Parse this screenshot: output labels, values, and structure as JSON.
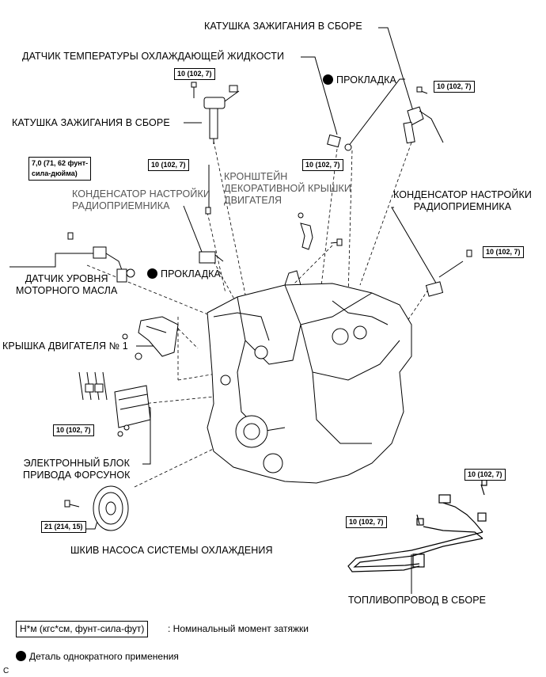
{
  "labels": {
    "coil_top": "КАТУШКА ЗАЖИГАНИЯ В СБОРЕ",
    "coolant_sensor": "ДАТЧИК ТЕМПЕРАТУРЫ ОХЛАЖДАЮЩЕЙ ЖИДКОСТИ",
    "gasket_top": "ПРОКЛАДКА",
    "coil_left": "КАТУШКА ЗАЖИГАНИЯ В СБОРЕ",
    "bracket_line1": "КРОНШТЕЙН",
    "bracket_line2": "ДЕКОРАТИВНОЙ КРЫШКИ",
    "bracket_line3": "ДВИГАТЕЛЯ",
    "condenser_left_line1": "КОНДЕНСАТОР НАСТРОЙКИ",
    "condenser_left_line2": "РАДИОПРИЕМНИКА",
    "condenser_right_line1": "КОНДЕНСАТОР НАСТРОЙКИ",
    "condenser_right_line2": "РАДИОПРИЕМНИКА",
    "oil_sensor_line1": "ДАТЧИК УРОВНЯ",
    "oil_sensor_line2": "МОТОРНОГО МАСЛА",
    "gasket_mid": "ПРОКЛАДКА",
    "engine_cover": "КРЫШКА ДВИГАТЕЛЯ № 1",
    "edu_line1": "ЭЛЕКТРОННЫЙ БЛОК",
    "edu_line2": "ПРИВОДА ФОРСУНОК",
    "pulley": "ШКИВ НАСОСА СИСТЕМЫ ОХЛАЖДЕНИЯ",
    "fuel_pipe": "ТОПЛИВОПРОВОД В СБОРЕ"
  },
  "torque": {
    "coil_left": "10 (102, 7)",
    "coil_right": "10 (102, 7)",
    "oil_sensor_line1": "7,0 (71, 62 фунт-",
    "oil_sensor_line2": "сила-дюйма)",
    "bracket": "10 (102, 7)",
    "bracket_bolt": "10 (102, 7)",
    "condenser_right": "10 (102, 7)",
    "edu": "10 (102, 7)",
    "pulley": "21 (214, 15)",
    "fuel_right": "10 (102, 7)",
    "fuel_mid": "10 (102, 7)"
  },
  "legend": {
    "torque_unit_box": "Н*м (кгс*см, фунт-сила-фут)",
    "torque_unit_text": ": Номинальный момент затяжки",
    "one_time_text": "Деталь однократного применения"
  },
  "corner_code": "C"
}
